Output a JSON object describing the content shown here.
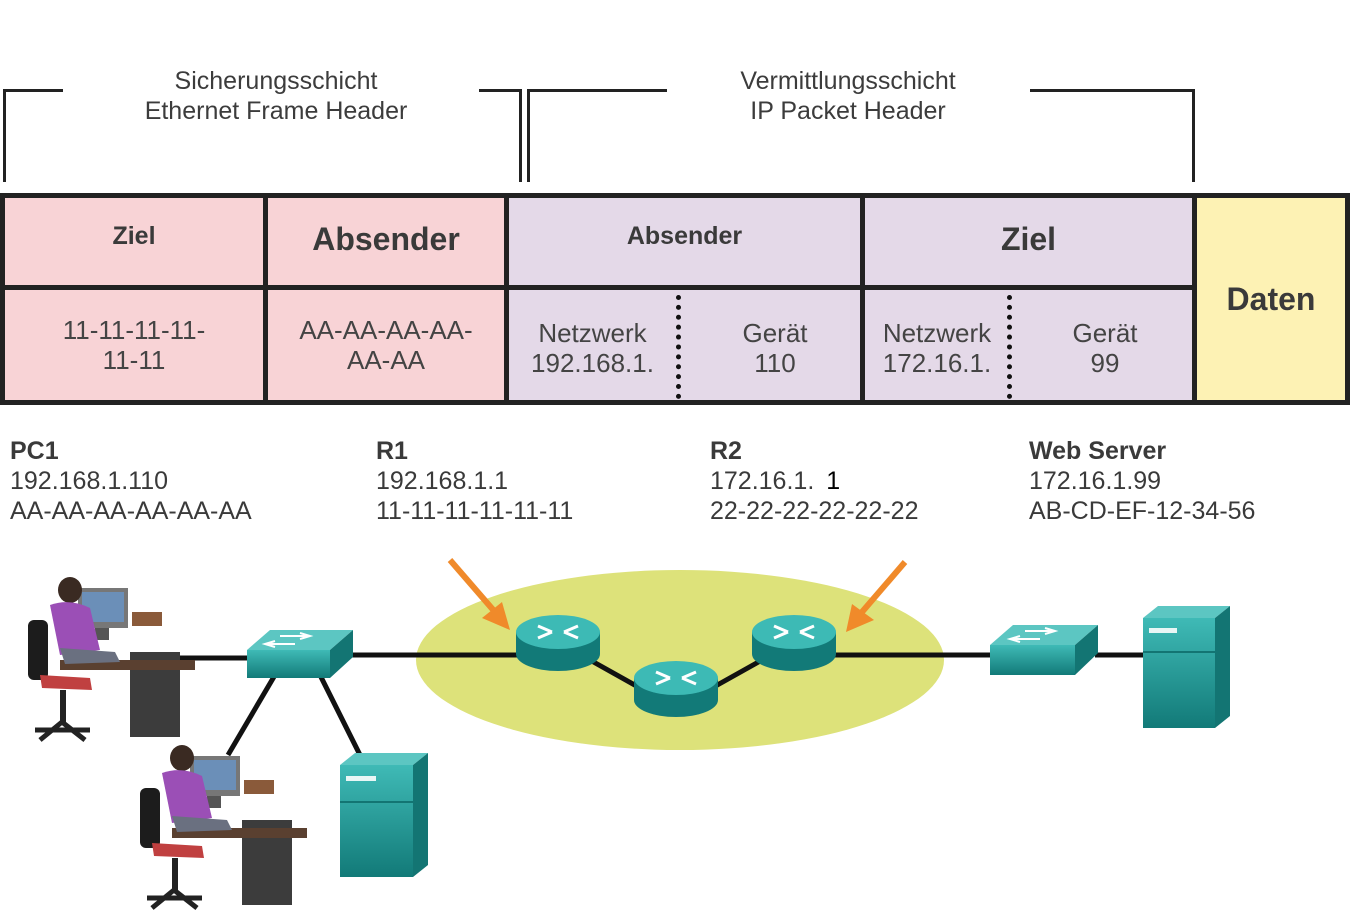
{
  "header_groups": [
    {
      "line1": "Sicherungsschicht",
      "line2": "Ethernet Frame Header"
    },
    {
      "line1": "Vermittlungsschicht",
      "line2": "IP Packet Header"
    }
  ],
  "frame": {
    "ethernet": {
      "dest_label": "Ziel",
      "dest_value": [
        "11-11-11-11-",
        "11-11"
      ],
      "src_label": "Absender",
      "src_value": [
        "AA-AA-AA-AA-",
        "AA-AA"
      ]
    },
    "ip": {
      "src_label": "Absender",
      "src_network": [
        "Netzwerk",
        "192.168.1."
      ],
      "src_device": [
        "Gerät",
        "110"
      ],
      "dest_label": "Ziel",
      "dest_network": [
        "Netzwerk",
        "172.16.1."
      ],
      "dest_device": [
        "Gerät",
        "99"
      ]
    },
    "data_label": "Daten"
  },
  "nodes": [
    {
      "name": "PC1",
      "ip": "192.168.1.110",
      "mac": "AA-AA-AA-AA-AA-AA"
    },
    {
      "name": "R1",
      "ip": "192.168.1.1",
      "mac": "11-11-11-11-11-11"
    },
    {
      "name": "R2",
      "ip": "172.16.1.",
      "ip_suffix": "1",
      "mac": "22-22-22-22-22-22"
    },
    {
      "name": "Web Server",
      "ip": "172.16.1.99",
      "mac": "AB-CD-EF-12-34-56"
    }
  ],
  "colors": {
    "ethernet_fill": "#f8d3d6",
    "ip_fill": "#e4d9e8",
    "data_fill": "#fdf2b4",
    "network_cloud": "#dde27a",
    "device_teal": "#1f9a98",
    "arrow_orange": "#f08a2a"
  },
  "icons": [
    "pc-user-icon",
    "switch-icon",
    "router-icon",
    "server-icon",
    "arrow-icon"
  ]
}
